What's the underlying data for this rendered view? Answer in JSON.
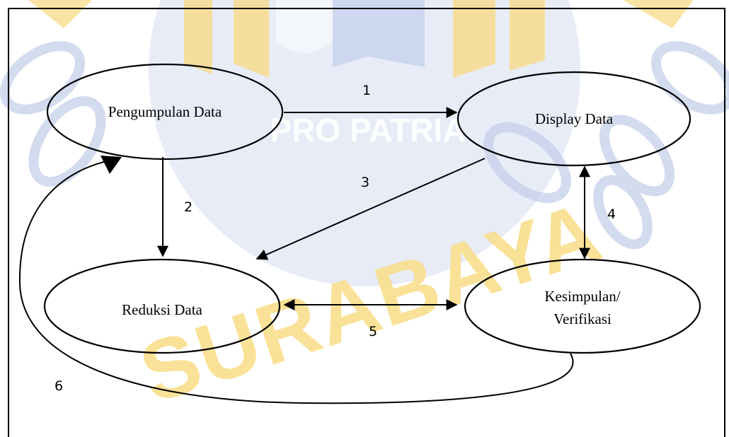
{
  "diagram": {
    "nodes": {
      "pengumpulan": {
        "label": "Pengumpulan Data"
      },
      "display": {
        "label": "Display Data"
      },
      "reduksi": {
        "label": "Reduksi Data"
      },
      "kesimpulan": {
        "label_line1": "Kesimpulan/",
        "label_line2": "Verifikasi"
      }
    },
    "edges": {
      "e1": "1",
      "e2": "2",
      "e3": "3",
      "e4": "4",
      "e5": "5",
      "e6": "6"
    }
  },
  "watermark": {
    "line1": "PRO PATRIA",
    "line2": "SURABAYA"
  },
  "colors": {
    "stroke": "#000000",
    "watermark_blue": "#c7d2ec",
    "watermark_yellow": "#fbe7a2"
  }
}
